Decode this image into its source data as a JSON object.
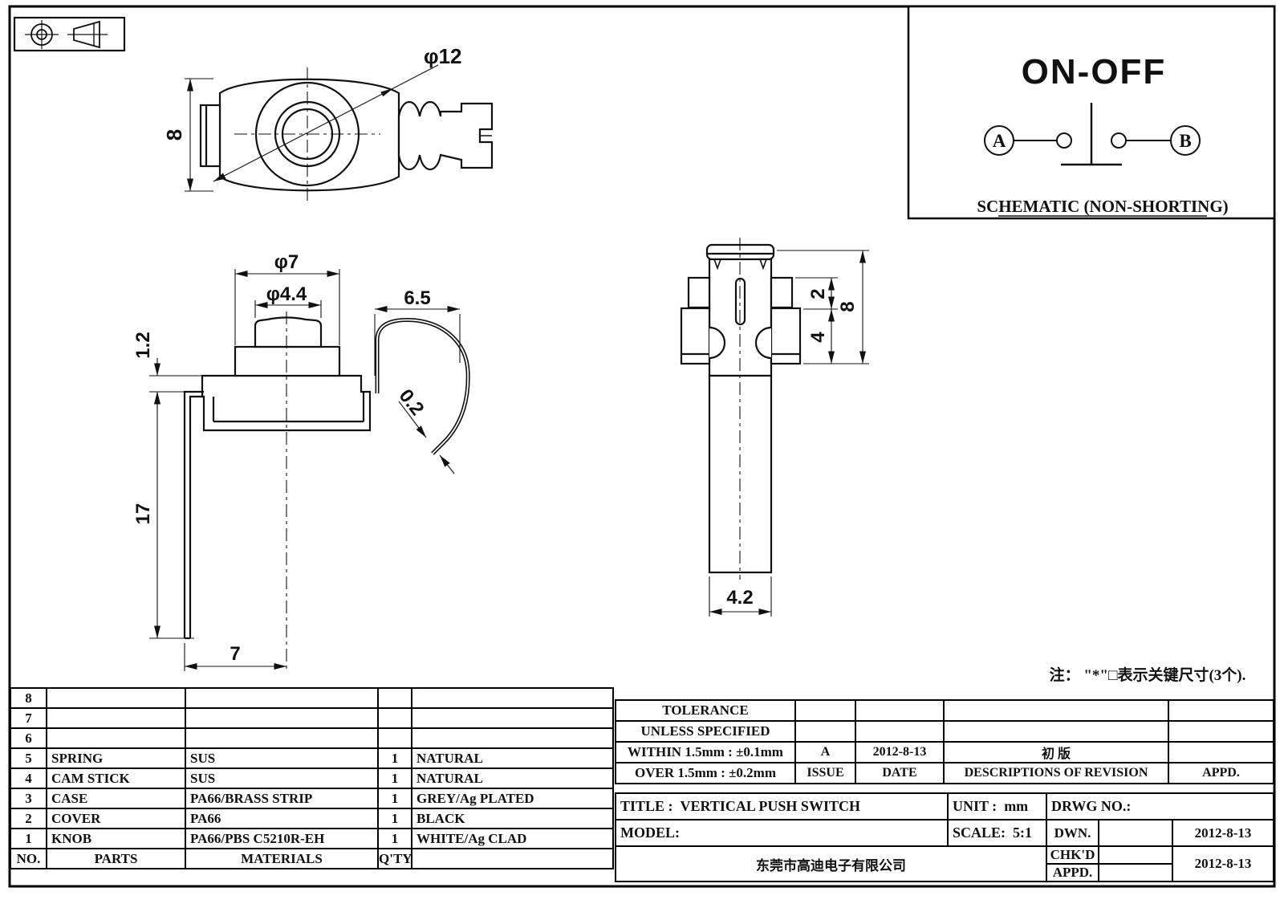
{
  "dims": {
    "top_height": "8",
    "top_diameter": "φ12",
    "knob_cap": "φ4.4",
    "knob_base": "φ7",
    "clip_span": "6.5",
    "step_offset": "1.2",
    "clip_thickness": "0.2",
    "strip_length": "17",
    "base_width": "7",
    "side_top": "2",
    "side_mid": "4",
    "side_height": "8",
    "stem_width": "4.2"
  },
  "schematic": {
    "title": "ON-OFF",
    "terminal_a": "A",
    "terminal_b": "B",
    "caption": "SCHEMATIC (NON-SHORTING)"
  },
  "note": "注： \"*\"□表示关键尺寸(3个).",
  "parts_table": {
    "headers": {
      "no": "NO.",
      "parts": "PARTS",
      "materials": "MATERIALS",
      "qty": "Q'TY",
      "finish": ""
    },
    "rows": [
      {
        "no": "8",
        "parts": "",
        "materials": "",
        "qty": "",
        "finish": ""
      },
      {
        "no": "7",
        "parts": "",
        "materials": "",
        "qty": "",
        "finish": ""
      },
      {
        "no": "6",
        "parts": "",
        "materials": "",
        "qty": "",
        "finish": ""
      },
      {
        "no": "5",
        "parts": "SPRING",
        "materials": "SUS",
        "qty": "1",
        "finish": "NATURAL"
      },
      {
        "no": "4",
        "parts": "CAM STICK",
        "materials": "SUS",
        "qty": "1",
        "finish": "NATURAL"
      },
      {
        "no": "3",
        "parts": "CASE",
        "materials": "PA66/BRASS STRIP",
        "qty": "1",
        "finish": "GREY/Ag PLATED"
      },
      {
        "no": "2",
        "parts": "COVER",
        "materials": "PA66",
        "qty": "1",
        "finish": "BLACK"
      },
      {
        "no": "1",
        "parts": "KNOB",
        "materials": "PA66/PBS C5210R-EH",
        "qty": "1",
        "finish": "WHITE/Ag CLAD"
      }
    ]
  },
  "title_block": {
    "tolerance_line1": "TOLERANCE",
    "tolerance_line2": "UNLESS  SPECIFIED",
    "within": "WITHIN 1.5mm : ±0.1mm",
    "over": "OVER 1.5mm : ±0.2mm",
    "issue_value": "A",
    "issue_date": "2012-8-13",
    "revision_desc": "初 版",
    "issue_label": "ISSUE",
    "date_label": "DATE",
    "desc_label": "DESCRIPTIONS OF REVISION",
    "appd_col_label": "APPD.",
    "title_label": "TITLE :",
    "title_value": "VERTICAL PUSH SWITCH",
    "unit_label": "UNIT :",
    "unit_value": "mm",
    "drwg_label": "DRWG NO.:",
    "model_label": "MODEL:",
    "scale_label": "SCALE:",
    "scale_value": "5:1",
    "dwn_label": "DWN.",
    "dwn_date": "2012-8-13",
    "chkd_label": "CHK'D",
    "chkd_date": "2012-8-13",
    "appd_label": "APPD.",
    "company": "东莞市高迪电子有限公司"
  }
}
